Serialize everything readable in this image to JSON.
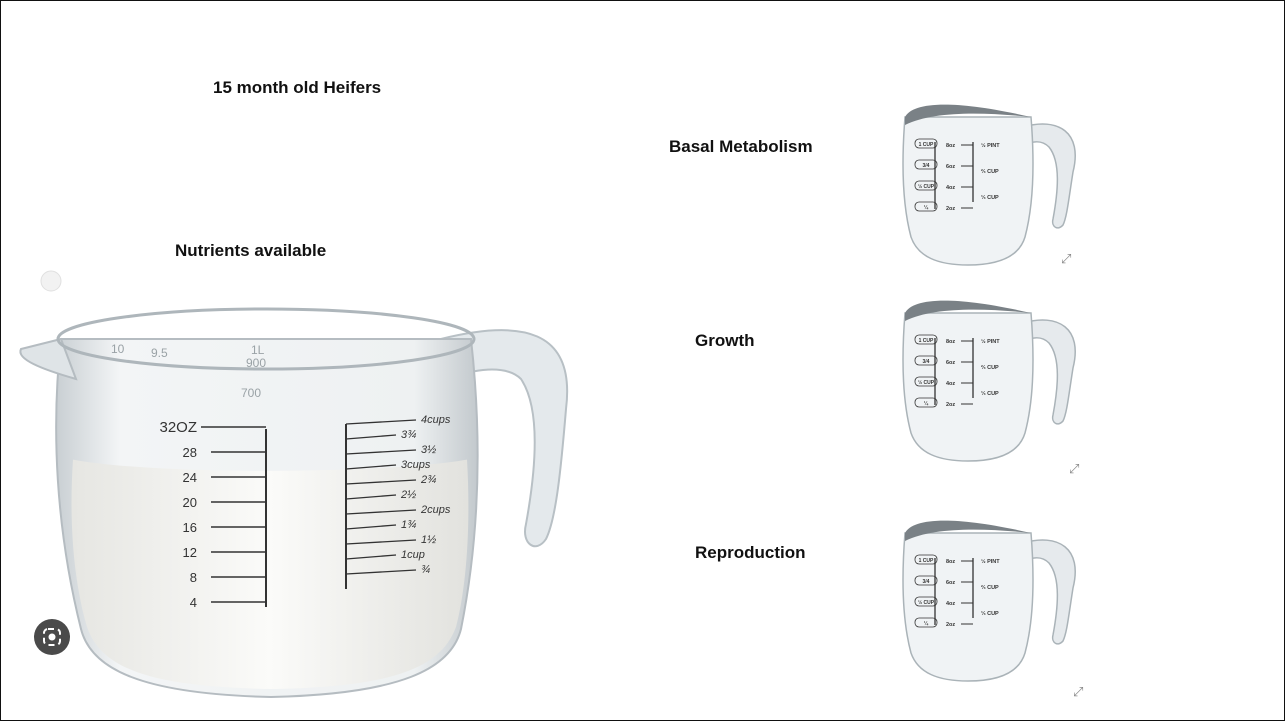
{
  "slide": {
    "title": "15 month old Heifers",
    "nutrients_label": "Nutrients available",
    "labels": {
      "basal": "Basal Metabolism",
      "growth": "Growth",
      "reproduction": "Reproduction"
    }
  },
  "big_cup": {
    "left_marks": [
      "32OZ",
      "28",
      "24",
      "20",
      "16",
      "12",
      "8",
      "4"
    ],
    "right_marks": [
      "4cups",
      "3¾",
      "3½",
      "3cups",
      "2¾",
      "2½",
      "2cups",
      "1¾",
      "1½",
      "1cup",
      "¾"
    ],
    "top_marks": [
      "1L",
      "900",
      "700",
      "9.5",
      "10"
    ],
    "fill_fraction": 0.62
  },
  "small_cup": {
    "left_marks": [
      "1 CUP",
      "3/4",
      "½ CUP",
      "¼"
    ],
    "mid_marks": [
      "8oz",
      "6oz",
      "4oz",
      "2oz"
    ],
    "right_marks": [
      "½ PINT",
      "⅔ CUP",
      "⅓ CUP"
    ]
  },
  "icons": {
    "lens": "lens-search-icon",
    "expand": "expand-arrows-icon"
  },
  "colors": {
    "text": "#111111",
    "milk": "#f4f4f1",
    "glass": "#d8dde0",
    "lens_bg": "#4a4a4a"
  }
}
